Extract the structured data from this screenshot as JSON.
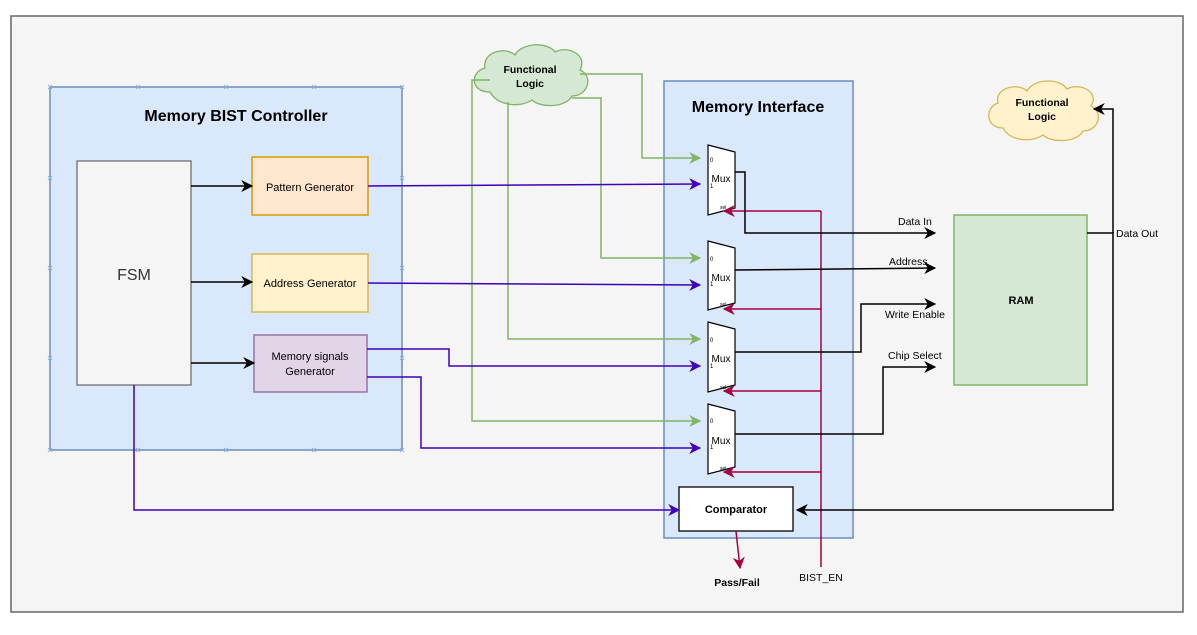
{
  "diagram": {
    "controller": {
      "title": "Memory BIST Controller",
      "fsm": "FSM",
      "pattern_generator": "Pattern Generator",
      "address_generator": "Address Generator",
      "memory_signals_generator": [
        "Memory signals",
        "Generator"
      ]
    },
    "interface": {
      "title": "Memory Interface",
      "mux_label": "Mux",
      "mux_input_0": "0",
      "mux_input_1": "1",
      "mux_select": "sel",
      "comparator": "Comparator"
    },
    "functional_logic_left": [
      "Functional",
      "Logic"
    ],
    "functional_logic_right": [
      "Functional",
      "Logic"
    ],
    "ram": "RAM",
    "signals": {
      "data_in": "Data In",
      "address": "Address",
      "write_enable": "Write Enable",
      "chip_select": "Chip Select",
      "data_out": "Data Out",
      "pass_fail": "Pass/Fail",
      "bist_en": "BIST_EN"
    },
    "colors": {
      "controller_fill": "#dae8fc",
      "controller_stroke": "#6c8ebf",
      "pattern_fill": "#ffe6cc",
      "pattern_stroke": "#d79b00",
      "address_fill": "#fff2cc",
      "address_stroke": "#d6b656",
      "memsig_fill": "#e1d5e7",
      "memsig_stroke": "#9673a6",
      "ram_fill": "#d5e8d4",
      "ram_stroke": "#82b366",
      "cloud_left_fill": "#d5e8d4",
      "cloud_left_stroke": "#82b366",
      "cloud_right_fill": "#fff2cc",
      "cloud_right_stroke": "#d6b656",
      "wire_purple": "#3e00b8",
      "wire_green": "#82b366",
      "wire_red": "#a50040",
      "wire_black": "#000000"
    }
  }
}
